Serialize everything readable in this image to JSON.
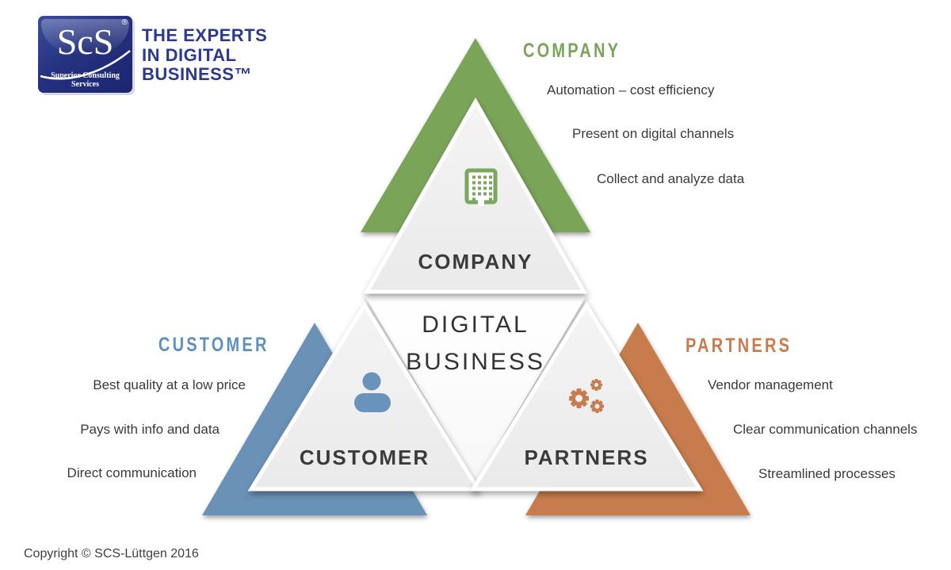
{
  "header": {
    "logo": {
      "monogram": "ScS",
      "registered_mark": "®",
      "subtitle": "Superior Consulting Services"
    },
    "tagline_lines": [
      "THE EXPERTS",
      "IN DIGITAL",
      "BUSINESS™"
    ]
  },
  "diagram": {
    "center": {
      "title_line1": "DIGITAL",
      "title_line2": "BUSINESS"
    },
    "sections": {
      "company": {
        "label": "COMPANY",
        "heading": "COMPANY",
        "color": "#7aa558",
        "icon": "building-icon",
        "bullets": [
          "Automation – cost efficiency",
          "Present on digital channels",
          "Collect and analyze data"
        ]
      },
      "customer": {
        "label": "CUSTOMER",
        "heading": "CUSTOMER",
        "color": "#6a92b6",
        "icon": "person-icon",
        "bullets": [
          "Best quality at a low price",
          "Pays with info and data",
          "Direct communication"
        ]
      },
      "partners": {
        "label": "PARTNERS",
        "heading": "PARTNERS",
        "color": "#c87c4e",
        "icon": "gears-icon",
        "bullets": [
          "Vendor management",
          "Clear communication channels",
          "Streamlined processes"
        ]
      }
    }
  },
  "footer": {
    "copyright": "Copyright © SCS-Lüttgen 2016"
  },
  "palette": {
    "green": "#7aa558",
    "blue": "#6a92b6",
    "orange": "#c87c4e",
    "tagline_blue": "#2b3990"
  }
}
